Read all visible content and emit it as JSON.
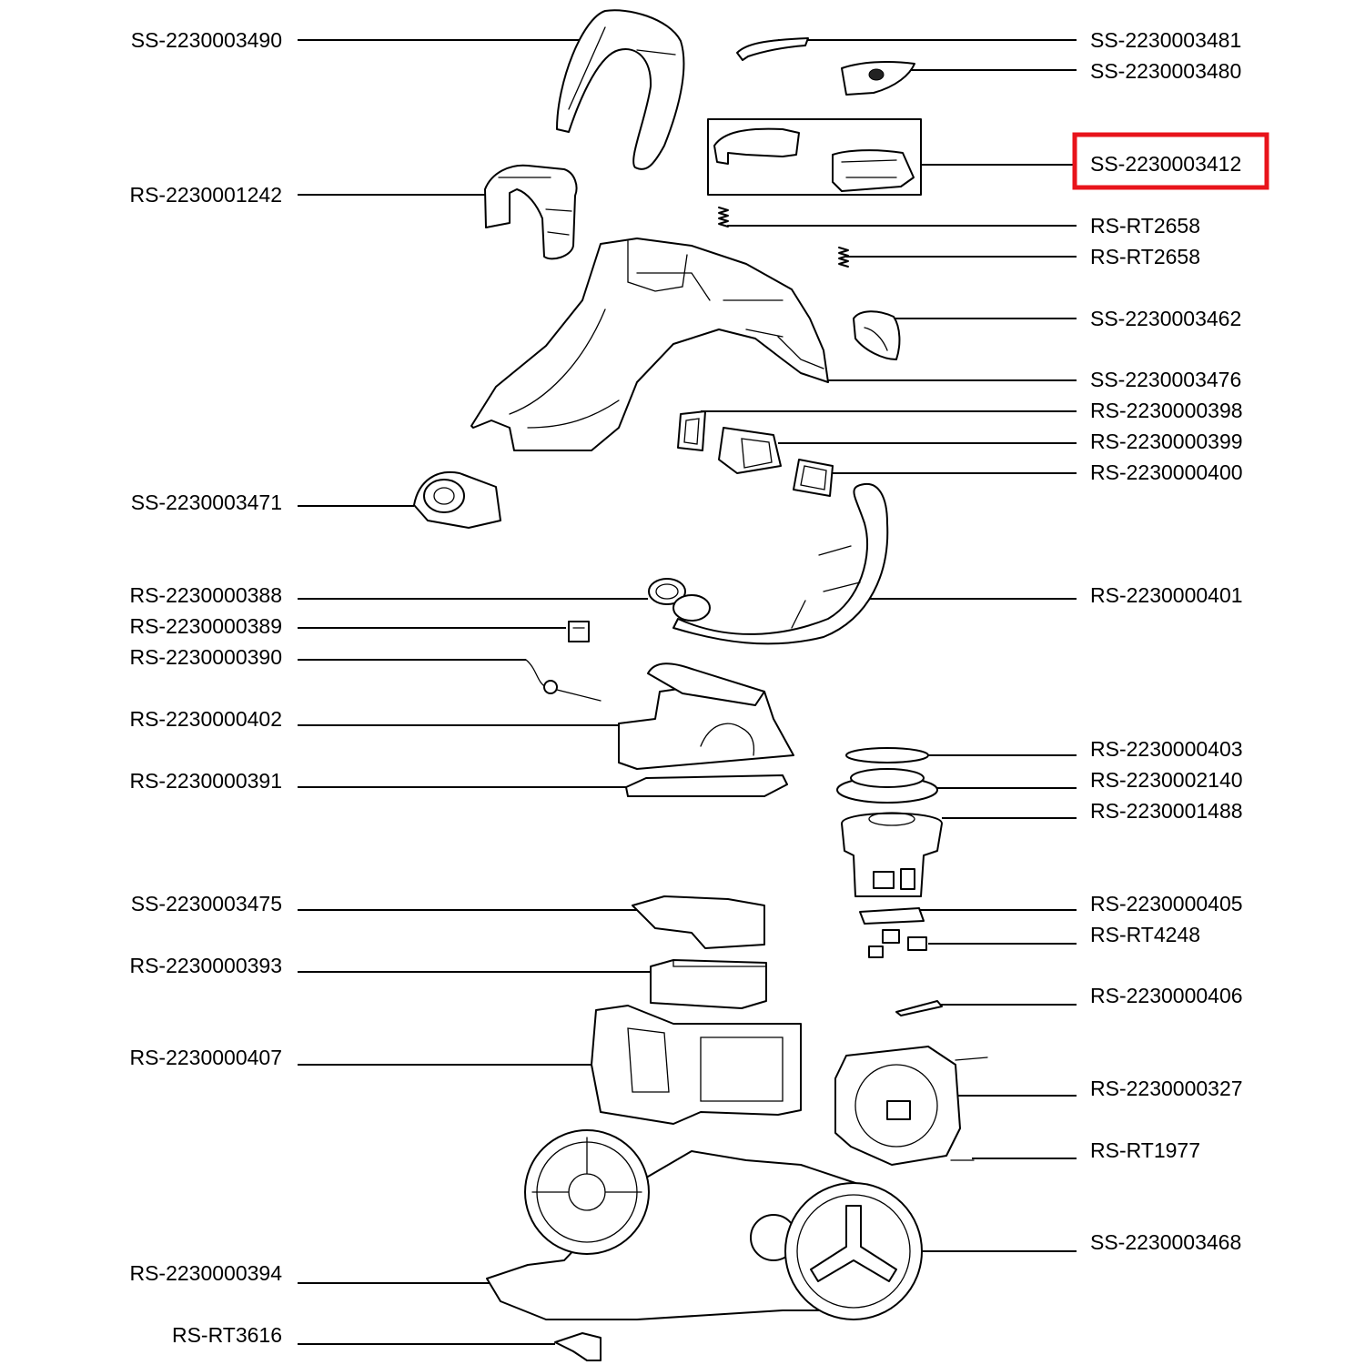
{
  "labels_left": [
    "SS-2230003490",
    "RS-2230001242",
    "SS-2230003471",
    "RS-2230000388",
    "RS-2230000389",
    "RS-2230000390",
    "RS-2230000402",
    "RS-2230000391",
    "SS-2230003475",
    "RS-2230000393",
    "RS-2230000407",
    "RS-2230000394",
    "RS-RT3616"
  ],
  "labels_right": [
    "SS-2230003481",
    "SS-2230003480",
    "SS-2230003412",
    "RS-RT2658",
    "RS-RT2658",
    "SS-2230003462",
    "SS-2230003476",
    "RS-2230000398",
    "RS-2230000399",
    "RS-2230000400",
    "RS-2230000401",
    "RS-2230000403",
    "RS-2230002140",
    "RS-2230001488",
    "RS-2230000405",
    "RS-RT4248",
    "RS-2230000406",
    "RS-2230000327",
    "RS-RT1977",
    "SS-2230003468"
  ],
  "highlighted_label": "SS-2230003412",
  "highlight_color": "#e8141b"
}
